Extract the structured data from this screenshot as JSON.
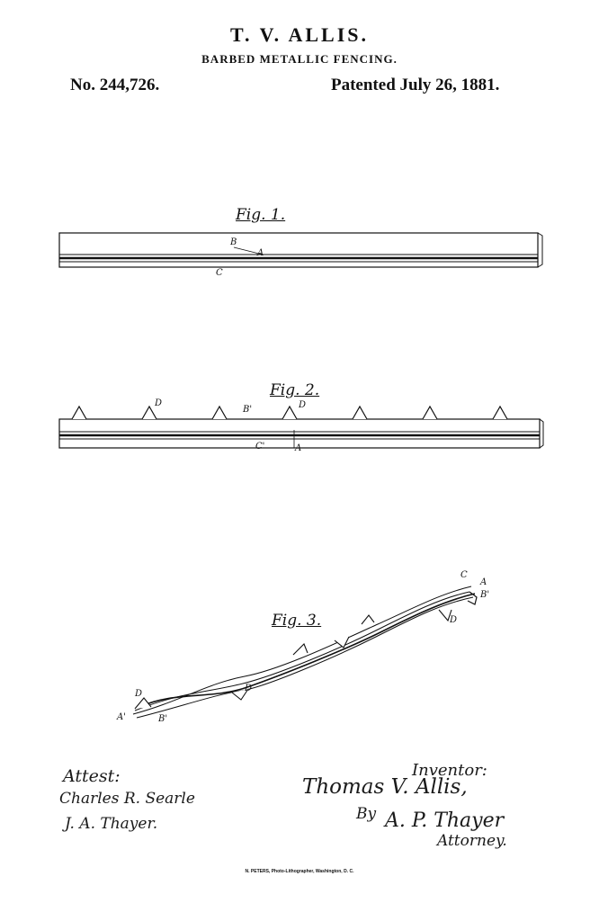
{
  "header": {
    "inventor": "T. V. ALLIS.",
    "invention_title": "BARBED METALLIC FENCING.",
    "patent_number": "No. 244,726.",
    "patent_date": "Patented July 26, 1881."
  },
  "figures": {
    "fig1": {
      "label": "Fig. 1.",
      "ref_a": "A",
      "ref_b": "B",
      "ref_c": "C"
    },
    "fig2": {
      "label": "Fig. 2.",
      "ref_d1": "D",
      "ref_b_prime": "B'",
      "ref_d2": "D",
      "ref_c_prime": "C'",
      "ref_a": "A"
    },
    "fig3": {
      "label": "Fig. 3.",
      "ref_c": "C",
      "ref_a": "A",
      "ref_b_prime": "B'",
      "ref_d1": "D",
      "ref_d2": "D",
      "ref_d3": "D",
      "ref_a_prime": "A'",
      "ref_b_bottom": "B'"
    }
  },
  "signatures": {
    "attest_label": "Attest:",
    "witness_1": "Charles R. Searle",
    "witness_2": "J. A. Thayer.",
    "inventor_label": "Inventor:",
    "inventor_signature": "Thomas V. Allis,",
    "by_label": "By",
    "attorney_signature": "A. P. Thayer",
    "attorney_label": "Attorney."
  },
  "footer": {
    "lithographer": "N. PETERS, Photo-Lithographer, Washington, D. C."
  }
}
